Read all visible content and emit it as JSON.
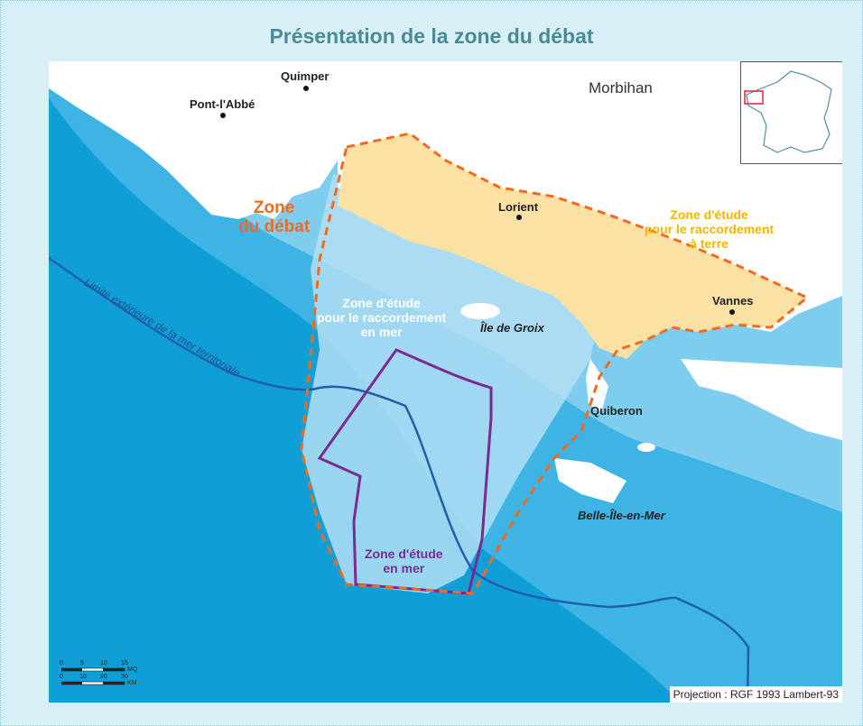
{
  "title": "Présentation de la zone du débat",
  "cities": [
    {
      "name": "Quimper"
    },
    {
      "name": "Pont-l'Abbé"
    },
    {
      "name": "Lorient"
    },
    {
      "name": "Vannes"
    },
    {
      "name": "Quiberon"
    }
  ],
  "department": "Morbihan",
  "zones": {
    "debat": [
      "Zone",
      "du débat"
    ],
    "etude_terre": [
      "Zone d'étude",
      "pour le raccordement",
      "à terre"
    ],
    "etude_mer_raccordement": [
      "Zone d'étude",
      "pour le raccordement",
      "en mer"
    ],
    "etude_mer": [
      "Zone d'étude",
      "en mer"
    ]
  },
  "islands": [
    "Île de Groix",
    "Belle-Île-en-Mer"
  ],
  "limite_label": "Limite extérieure de la mer territoriale",
  "scale": {
    "top_ticks": [
      "0",
      "5",
      "10",
      "15"
    ],
    "top_unit": "MQ",
    "bottom_ticks": [
      "0",
      "10",
      "20",
      "30"
    ],
    "bottom_unit": "KM"
  },
  "projection": "Projection : RGF 1993 Lambert-93",
  "colors": {
    "land": "#ffffff",
    "deep_sea": "#0f9fd6",
    "mid_sea": "#3db4e4",
    "shallow_sea": "#7fcdee",
    "study_zone_sea": "#b3def3",
    "study_zone_land": "#fbe2a4",
    "debat_border": "#f26a21",
    "offshore_zone": "#7a2b8f",
    "territorial_limit": "#1f5fab"
  }
}
